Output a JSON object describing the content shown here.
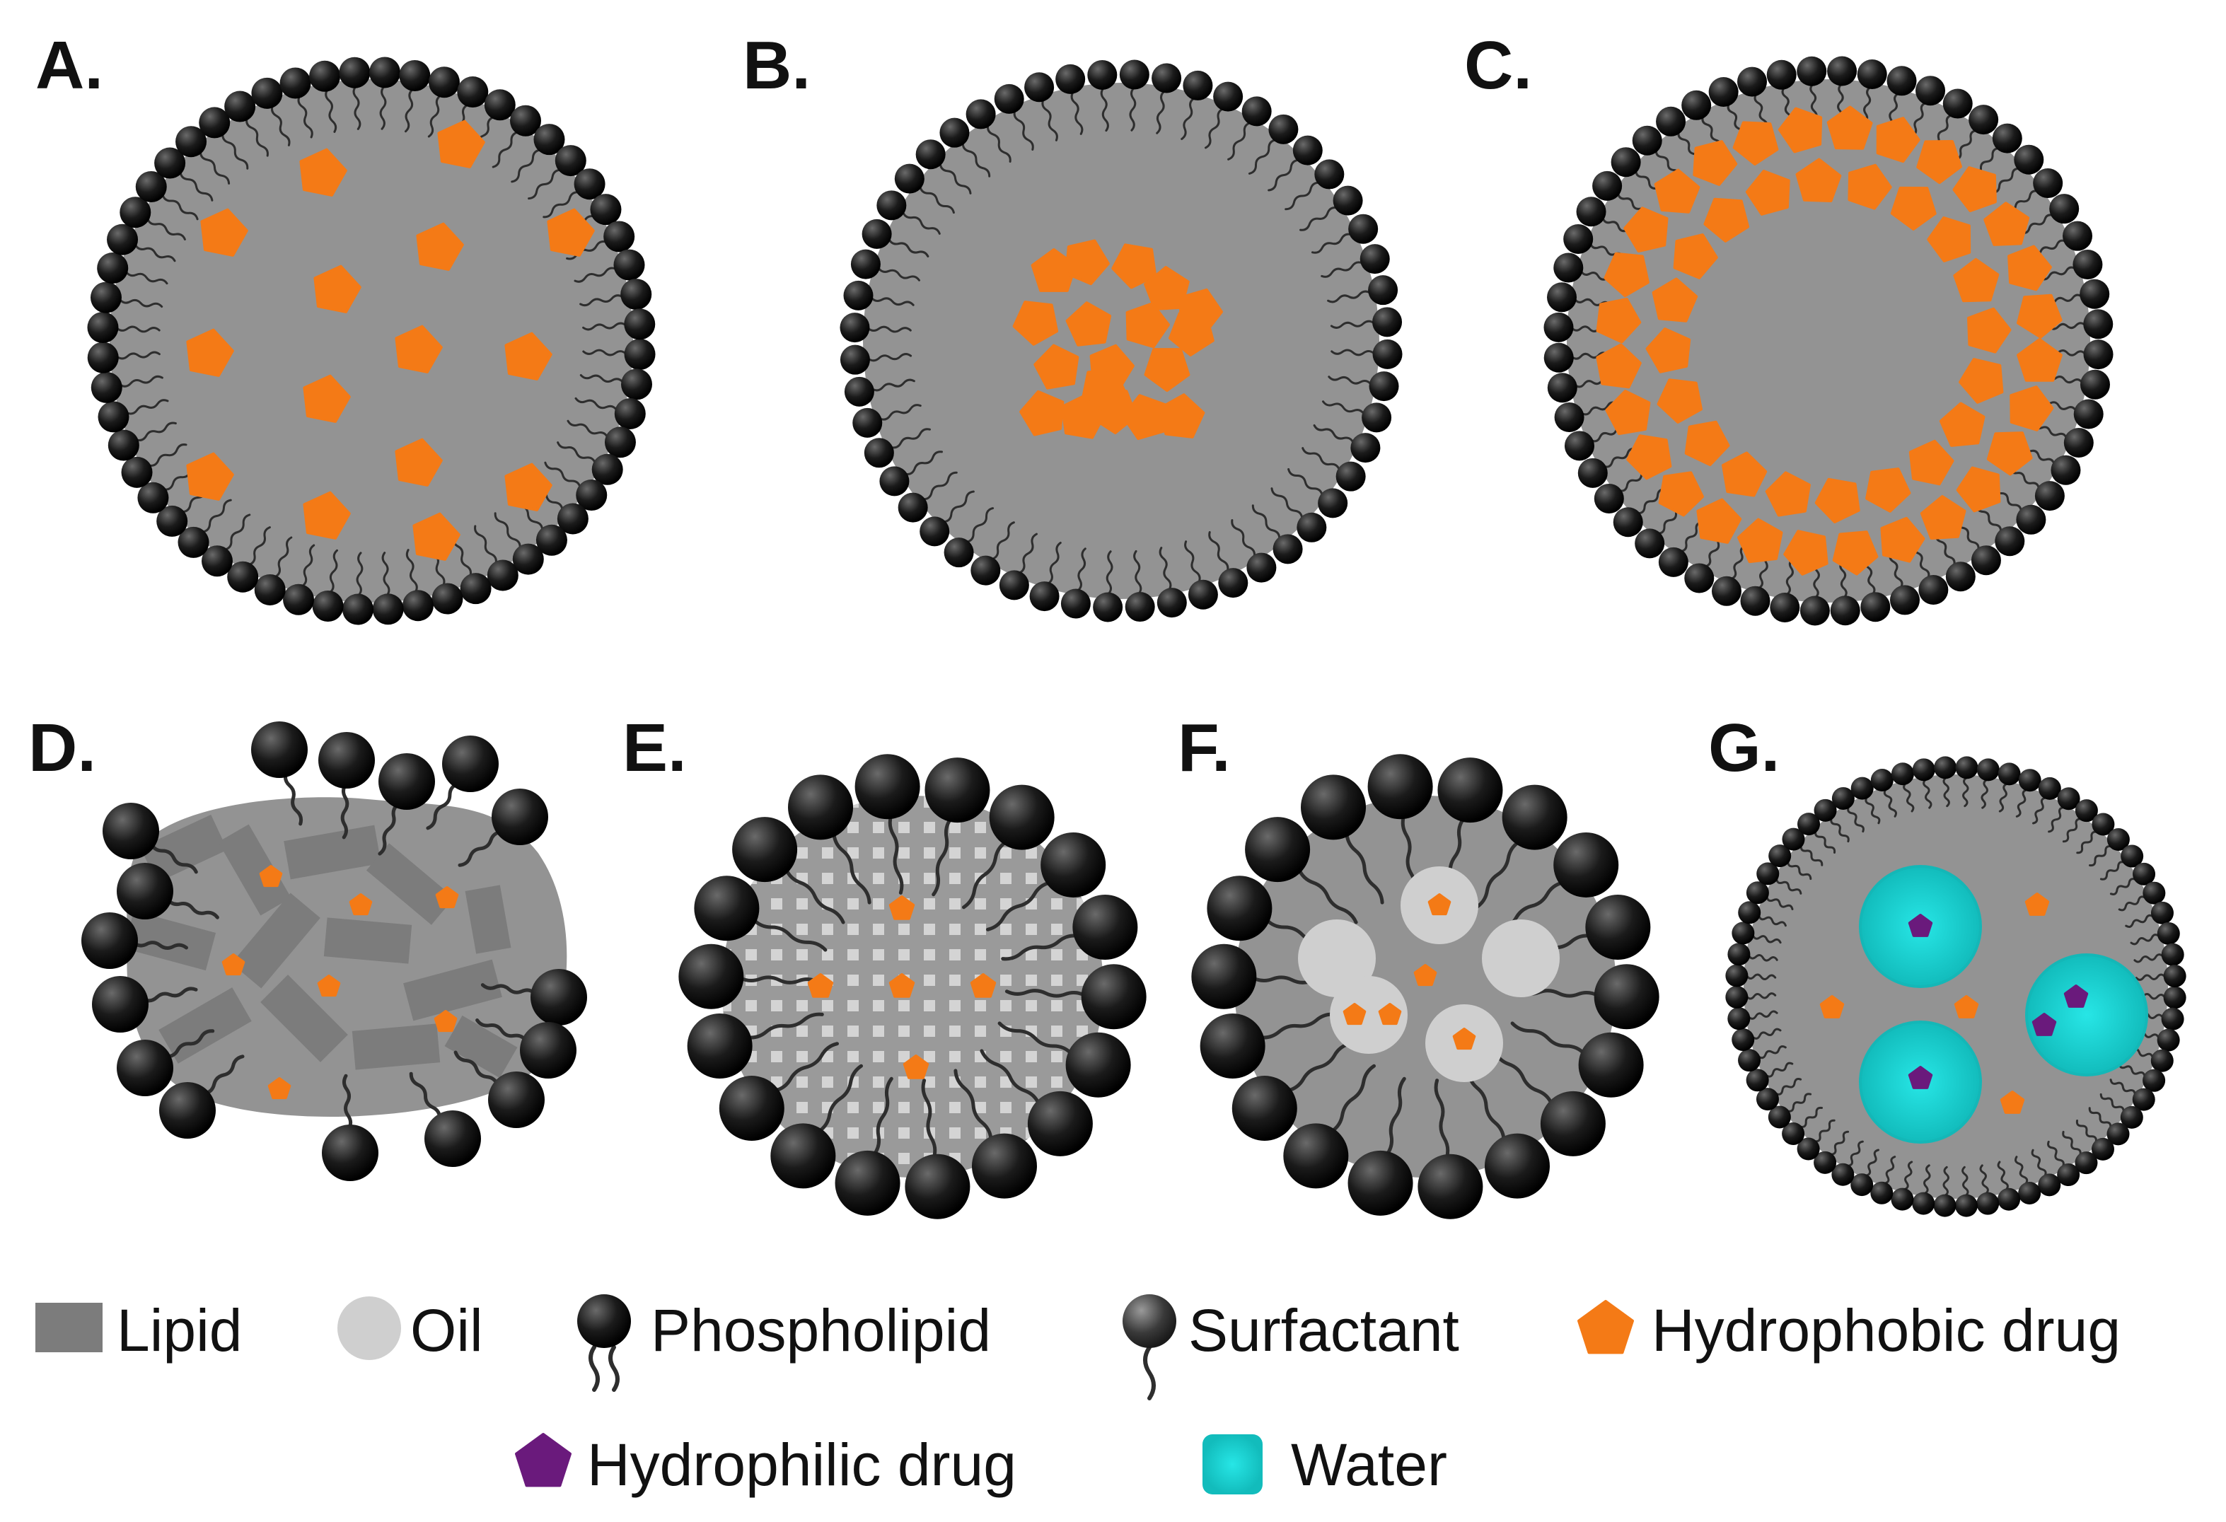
{
  "panels": [
    {
      "id": "A",
      "label": "A."
    },
    {
      "id": "B",
      "label": "B."
    },
    {
      "id": "C",
      "label": "C."
    },
    {
      "id": "D",
      "label": "D."
    },
    {
      "id": "E",
      "label": "E."
    },
    {
      "id": "F",
      "label": "F."
    },
    {
      "id": "G",
      "label": "G."
    }
  ],
  "legend": {
    "lipid": "Lipid",
    "oil": "Oil",
    "phospholipid": "Phospholipid",
    "surfactant": "Surfactant",
    "hydrophobic_drug": "Hydrophobic drug",
    "hydrophilic_drug": "Hydrophilic drug",
    "water": "Water"
  },
  "colors": {
    "core": "#939393",
    "lipid_block": "#7c7c7c",
    "head": "#1b1b1b",
    "tail": "#2e2e2e",
    "oil": "#cfcfcf",
    "hydrophobic_drug": "#f47a16",
    "hydrophilic_drug": "#6a1a7c",
    "water": "#1cdcdc"
  },
  "icons": [
    "phospholipid-icon",
    "surfactant-icon",
    "pentagon-icon",
    "water-square-icon"
  ]
}
